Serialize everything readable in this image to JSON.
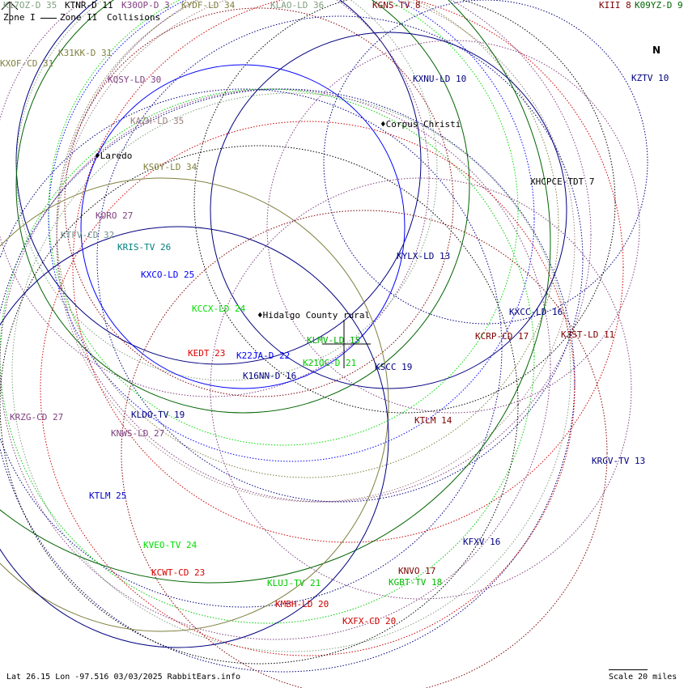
{
  "legend": {
    "zone1": "Zone I",
    "zone2": "Zone II",
    "collisions": "Collisions"
  },
  "north": {
    "label": "N"
  },
  "cities": [
    {
      "name": "Laredo"
    },
    {
      "name": "Corpus Christi"
    },
    {
      "name": "Hidalgo County rural"
    }
  ],
  "stations": [
    {
      "label": "K17OZ-D 35",
      "color": "#7f9f7f"
    },
    {
      "label": "KTNR-D 11",
      "color": "#000000"
    },
    {
      "label": "K30OP-D 3",
      "color": "#7f3f7f"
    },
    {
      "label": "KYDF-LD 34",
      "color": "#7f7f3f"
    },
    {
      "label": "KLAO-LD 36",
      "color": "#7f9f7f"
    },
    {
      "label": "KGNS-TV 8",
      "color": "#7f0000"
    },
    {
      "label": "KIII 8",
      "color": "#7f0000"
    },
    {
      "label": "K09YZ-D 9",
      "color": "#006400"
    },
    {
      "label": "KXOF-CD 31",
      "color": "#7f7f3f"
    },
    {
      "label": "K31KK-D 31",
      "color": "#7f7f3f"
    },
    {
      "label": "KQSY-LD 30",
      "color": "#7f3f7f"
    },
    {
      "label": "KXNU-LD 10",
      "color": "#00007f"
    },
    {
      "label": "KZTV 10",
      "color": "#00007f"
    },
    {
      "label": "KAZH-LD 35",
      "color": "#9f7f7f"
    },
    {
      "label": "KSOY-LD 34",
      "color": "#7f7f3f"
    },
    {
      "label": "XHCPCE-TDT 7",
      "color": "#000000"
    },
    {
      "label": "KORO 27",
      "color": "#7f3f7f"
    },
    {
      "label": "KTFV-CD 32",
      "color": "#6f8f8f"
    },
    {
      "label": "KRIS-TV 26",
      "color": "#007f7f"
    },
    {
      "label": "KYLX-LD 13",
      "color": "#00007f"
    },
    {
      "label": "KXCO-LD 25",
      "color": "#0000ff"
    },
    {
      "label": "KCCX-LD 24",
      "color": "#00dd00"
    },
    {
      "label": "KXCC-LD 16",
      "color": "#00007f"
    },
    {
      "label": "KCRP-CD 17",
      "color": "#7f0000"
    },
    {
      "label": "KJST-LD 11",
      "color": "#7f0000"
    },
    {
      "label": "KLMV-LD 15",
      "color": "#00aa00"
    },
    {
      "label": "KEDT 23",
      "color": "#dd0000"
    },
    {
      "label": "K22JA-D 22",
      "color": "#0000ff"
    },
    {
      "label": "K21OC-D 21",
      "color": "#00cc00"
    },
    {
      "label": "KSCC 19",
      "color": "#00007f"
    },
    {
      "label": "K16NN-D 16",
      "color": "#00007f"
    },
    {
      "label": "KTLM 14",
      "color": "#7f0000"
    },
    {
      "label": "KRZG-CD 27",
      "color": "#7f3f7f"
    },
    {
      "label": "KLDO-TV 19",
      "color": "#00007f"
    },
    {
      "label": "KNWS-LD 27",
      "color": "#7f3f7f"
    },
    {
      "label": "KRGV-TV 13",
      "color": "#00007f"
    },
    {
      "label": "KTLM 25",
      "color": "#0000cc"
    },
    {
      "label": "KFXV 16",
      "color": "#00007f"
    },
    {
      "label": "KVEO-TV 24",
      "color": "#00dd00"
    },
    {
      "label": "KNVO 17",
      "color": "#7f0000"
    },
    {
      "label": "KCWT-CD 23",
      "color": "#dd0000"
    },
    {
      "label": "KGBT-TV 18",
      "color": "#00bb00"
    },
    {
      "label": "KLUJ-TV 21",
      "color": "#00cc00"
    },
    {
      "label": "KMBH-LD 20",
      "color": "#cc0000"
    },
    {
      "label": "KXFX-CD 20",
      "color": "#cc0000"
    }
  ],
  "footer": {
    "location": "Lat 26.15 Lon -97.516 03/03/2025 RabbitEars.info",
    "scale": "Scale 20 miles"
  }
}
